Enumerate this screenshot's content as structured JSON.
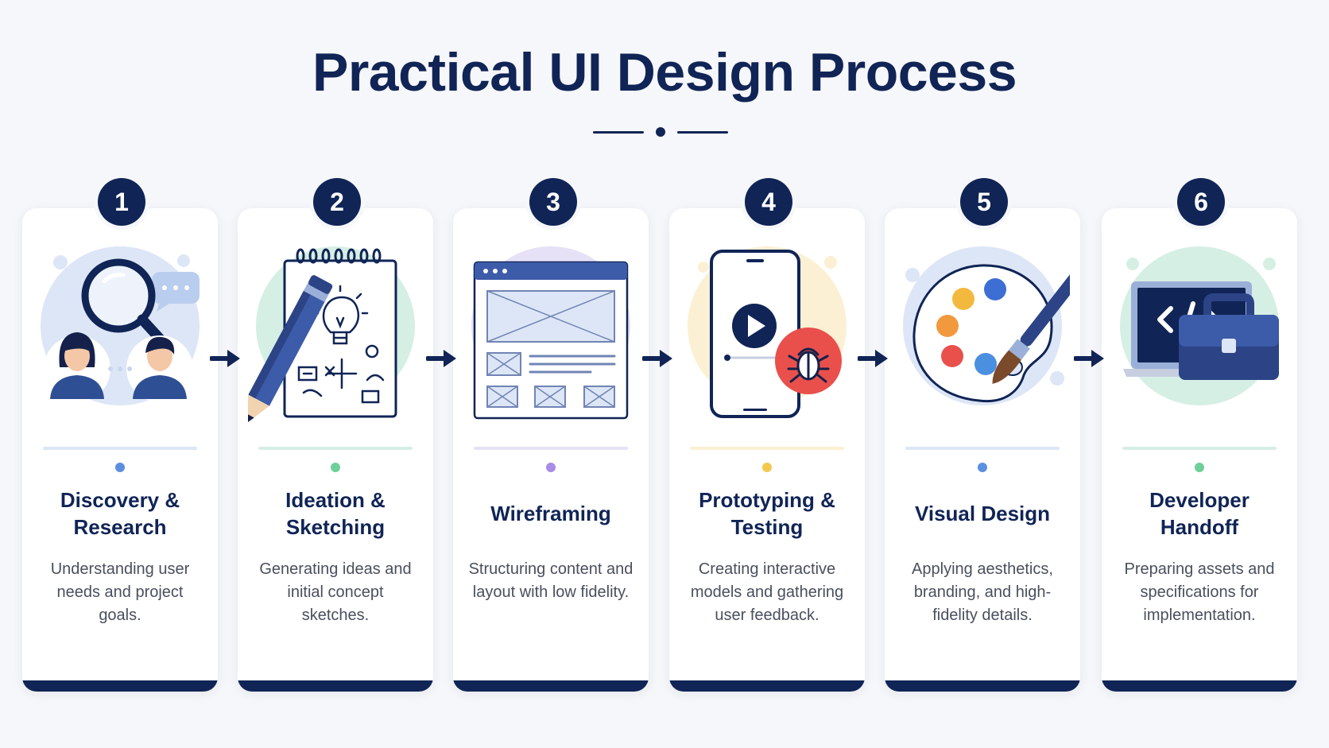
{
  "title": "Practical UI Design Process",
  "colors": {
    "navy": "#102456",
    "accent_blue": "#3c5ba8",
    "tint_blue": "#dde6f6",
    "tint_green": "#d6efe4",
    "tint_purple": "#e6e1f6",
    "tint_yellow": "#fbf0d3",
    "dot_blue": "#5b8fe0",
    "dot_green": "#6fcf9a",
    "dot_purple": "#a98be8",
    "dot_yellow": "#f2c94c",
    "bug_red": "#e9504c"
  },
  "steps": [
    {
      "number": "1",
      "title_line1": "Discovery &",
      "title_line2": "Research",
      "description": "Understanding user needs and project goals.",
      "icon": "research-icon"
    },
    {
      "number": "2",
      "title_line1": "Ideation &",
      "title_line2": "Sketching",
      "description": "Generating ideas and initial concept sketches.",
      "icon": "sketch-icon"
    },
    {
      "number": "3",
      "title_line1": "Wireframing",
      "title_line2": "",
      "description": "Structuring content and layout with low fidelity.",
      "icon": "wireframe-icon"
    },
    {
      "number": "4",
      "title_line1": "Prototyping &",
      "title_line2": "Testing",
      "description": "Creating interactive models and gathering user feedback.",
      "icon": "prototype-icon"
    },
    {
      "number": "5",
      "title_line1": "Visual Design",
      "title_line2": "",
      "description": "Applying aesthetics, branding, and high-fidelity details.",
      "icon": "palette-icon"
    },
    {
      "number": "6",
      "title_line1": "Developer",
      "title_line2": "Handoff",
      "description": "Preparing assets and specifications for implementation.",
      "icon": "handoff-icon"
    }
  ]
}
